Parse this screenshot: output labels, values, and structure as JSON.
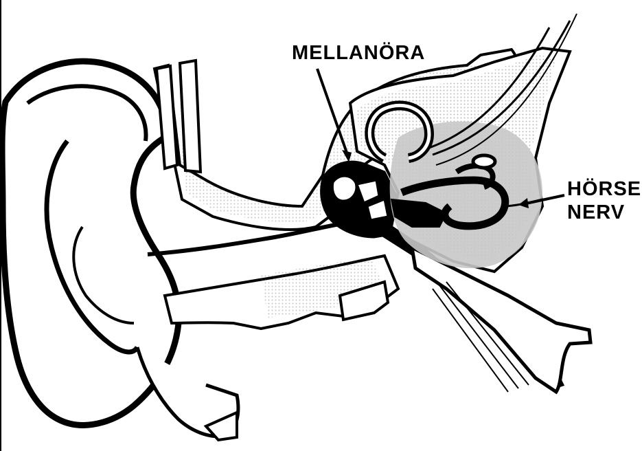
{
  "labels": {
    "middle_ear": "MELLANÖRA",
    "nerve_line1": "HÖRSEL",
    "nerve_line2": "NERV"
  },
  "colors": {
    "ink": "#000000",
    "paper": "#ffffff",
    "nerve_shade": "#c8c8c8"
  }
}
